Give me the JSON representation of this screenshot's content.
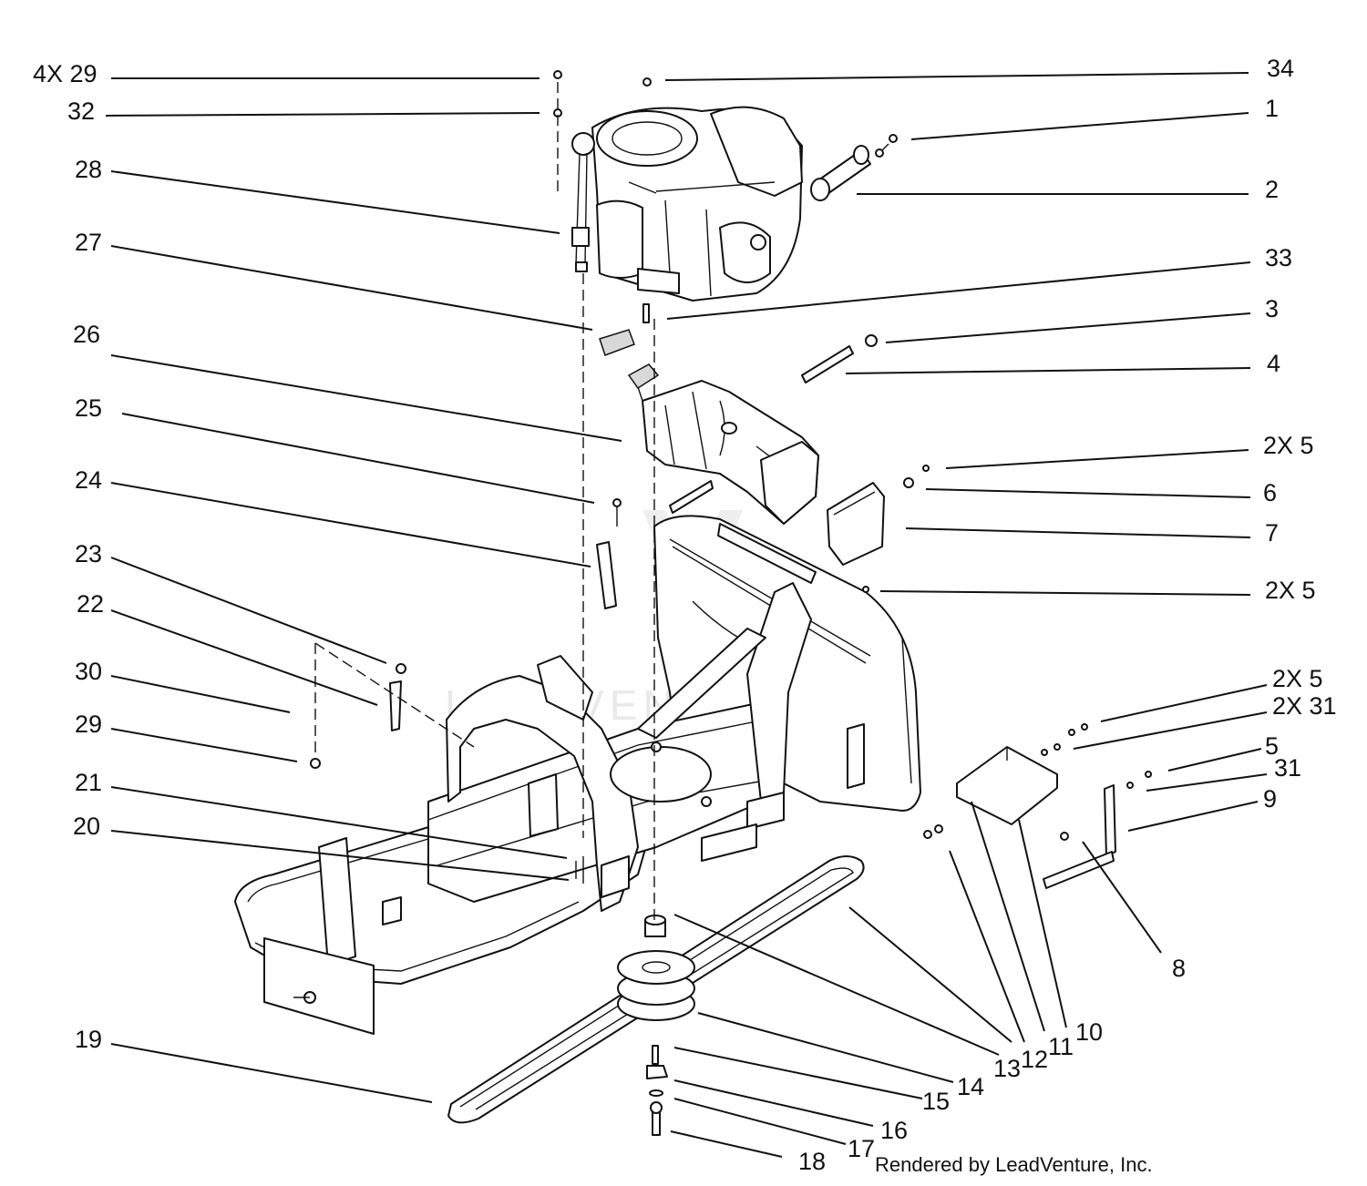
{
  "diagram": {
    "credit": "Rendered by LeadVenture, Inc.",
    "watermark": "LEADVENTURE",
    "callouts": [
      {
        "id": "c-4x29",
        "text": "4X 29"
      },
      {
        "id": "c-32",
        "text": "32"
      },
      {
        "id": "c-28",
        "text": "28"
      },
      {
        "id": "c-27",
        "text": "27"
      },
      {
        "id": "c-26",
        "text": "26"
      },
      {
        "id": "c-25",
        "text": "25"
      },
      {
        "id": "c-24",
        "text": "24"
      },
      {
        "id": "c-23",
        "text": "23"
      },
      {
        "id": "c-22",
        "text": "22"
      },
      {
        "id": "c-30",
        "text": "30"
      },
      {
        "id": "c-29",
        "text": "29"
      },
      {
        "id": "c-21",
        "text": "21"
      },
      {
        "id": "c-20",
        "text": "20"
      },
      {
        "id": "c-19",
        "text": "19"
      },
      {
        "id": "c-34",
        "text": "34"
      },
      {
        "id": "c-1",
        "text": "1"
      },
      {
        "id": "c-2",
        "text": "2"
      },
      {
        "id": "c-33",
        "text": "33"
      },
      {
        "id": "c-3",
        "text": "3"
      },
      {
        "id": "c-4",
        "text": "4"
      },
      {
        "id": "c-2x5a",
        "text": "2X 5"
      },
      {
        "id": "c-6",
        "text": "6"
      },
      {
        "id": "c-7",
        "text": "7"
      },
      {
        "id": "c-2x5b",
        "text": "2X 5"
      },
      {
        "id": "c-2x5c",
        "text": "2X 5"
      },
      {
        "id": "c-2x31",
        "text": "2X 31"
      },
      {
        "id": "c-5",
        "text": "5"
      },
      {
        "id": "c-31",
        "text": "31"
      },
      {
        "id": "c-9",
        "text": "9"
      },
      {
        "id": "c-8",
        "text": "8"
      },
      {
        "id": "c-10",
        "text": "10"
      },
      {
        "id": "c-11",
        "text": "11"
      },
      {
        "id": "c-12",
        "text": "12"
      },
      {
        "id": "c-13",
        "text": "13"
      },
      {
        "id": "c-14",
        "text": "14"
      },
      {
        "id": "c-15",
        "text": "15"
      },
      {
        "id": "c-16",
        "text": "16"
      },
      {
        "id": "c-17",
        "text": "17"
      },
      {
        "id": "c-18",
        "text": "18"
      }
    ]
  }
}
